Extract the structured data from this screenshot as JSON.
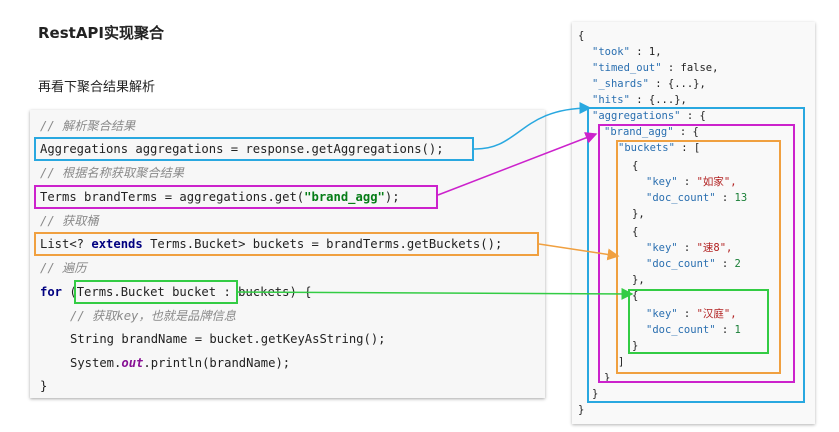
{
  "title": "RestAPI实现聚合",
  "subtitle": "再看下聚合结果解析",
  "code": {
    "c1": "// 解析聚合结果",
    "l1": "Aggregations aggregations = response.getAggregations();",
    "c2": "// 根据名称获取聚合结果",
    "l2_pre": "Terms brandTerms = aggregations.get(",
    "l2_str": "\"brand_agg\"",
    "l2_post": ");",
    "c3": "// 获取桶",
    "l3_pre": "List<? ",
    "l3_kw": "extends",
    "l3_post": " Terms.Bucket> buckets = brandTerms.getBuckets();",
    "c4": "// 遍历",
    "l4_kw": "for",
    "l4_post": " (Terms.Bucket bucket : buckets) {",
    "c5": "// 获取key，也就是品牌信息",
    "l5": "String brandName = bucket.getKeyAsString();",
    "l6_pre": "System.",
    "l6_out": "out",
    "l6_post": ".println(brandName);",
    "l7": "}"
  },
  "json": {
    "open": "{",
    "took_k": "\"took\"",
    "took_v": ": 1,",
    "timed_k": "\"timed_out\"",
    "timed_v": ": false,",
    "shards_k": "\"_shards\"",
    "shards_v": ": {...},",
    "hits_k": "\"hits\"",
    "hits_v": ": {...},",
    "agg_k": "\"aggregations\"",
    "agg_v": ": {",
    "brand_k": "\"brand_agg\"",
    "brand_v": ": {",
    "buckets_k": "\"buckets\"",
    "buckets_v": ": [",
    "b_open": "{",
    "key_k": "\"key\"",
    "key1_v": "\"如家\",",
    "key2_v": "\"速8\",",
    "key3_v": "\"汉庭\",",
    "doc_k": "\"doc_count\"",
    "doc1_v": "13",
    "doc2_v": "2",
    "doc3_v": "1",
    "b_close_c": "},",
    "b_close": "}",
    "arr_close": "]",
    "close": "}",
    "colon": " : ",
    "lbrace": "{"
  },
  "colors": {
    "blue": "#29a8e0",
    "magenta": "#cc22cc",
    "orange": "#f0a040",
    "green": "#33cc44"
  }
}
